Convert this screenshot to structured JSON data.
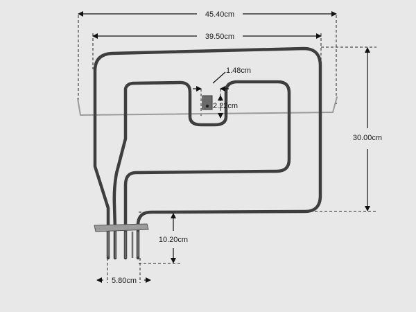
{
  "image": {
    "background_color": "#e8e8e8",
    "element_color": "#3e3e3e",
    "dimension_line_color": "#111111",
    "bracket_color": "#9a9a9a"
  },
  "dimensions": {
    "overall_width": "45.40cm",
    "inner_width": "39.50cm",
    "bracket_gap": "1.48cm",
    "bracket_height": "2.22cm",
    "height": "30.00cm",
    "terminal_length": "10.20cm",
    "terminal_spacing": "5.80cm"
  }
}
